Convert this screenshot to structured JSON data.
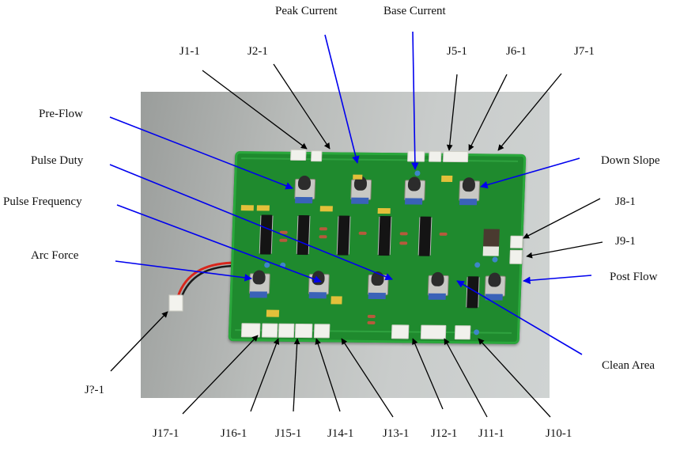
{
  "figure": {
    "subject": "welding controller PCB photo with annotated adjustments and connectors",
    "colors": {
      "adjustment_arrow": "#0000ee",
      "connector_arrow": "#000000",
      "board": "#1f8a2e",
      "background": "#ffffff"
    }
  },
  "adjustments": [
    {
      "id": "peak-current",
      "label": "Peak Current"
    },
    {
      "id": "base-current",
      "label": "Base Current"
    },
    {
      "id": "pre-flow",
      "label": "Pre-Flow"
    },
    {
      "id": "pulse-duty",
      "label": "Pulse Duty"
    },
    {
      "id": "pulse-frequency",
      "label": "Pulse Frequency"
    },
    {
      "id": "arc-force",
      "label": "Arc Force"
    },
    {
      "id": "down-slope",
      "label": "Down Slope"
    },
    {
      "id": "post-flow",
      "label": "Post Flow"
    },
    {
      "id": "clean-area",
      "label": "Clean Area"
    }
  ],
  "connectors": [
    {
      "id": "j1",
      "label": "J1-1"
    },
    {
      "id": "j2",
      "label": "J2-1"
    },
    {
      "id": "j5",
      "label": "J5-1"
    },
    {
      "id": "j6",
      "label": "J6-1"
    },
    {
      "id": "j7",
      "label": "J7-1"
    },
    {
      "id": "j8",
      "label": "J8-1"
    },
    {
      "id": "j9",
      "label": "J9-1"
    },
    {
      "id": "jq",
      "label": "J?-1"
    },
    {
      "id": "j17",
      "label": "J17-1"
    },
    {
      "id": "j16",
      "label": "J16-1"
    },
    {
      "id": "j15",
      "label": "J15-1"
    },
    {
      "id": "j14",
      "label": "J14-1"
    },
    {
      "id": "j13",
      "label": "J13-1"
    },
    {
      "id": "j12",
      "label": "J12-1"
    },
    {
      "id": "j11",
      "label": "J11-1"
    },
    {
      "id": "j10",
      "label": "J10-1"
    }
  ]
}
